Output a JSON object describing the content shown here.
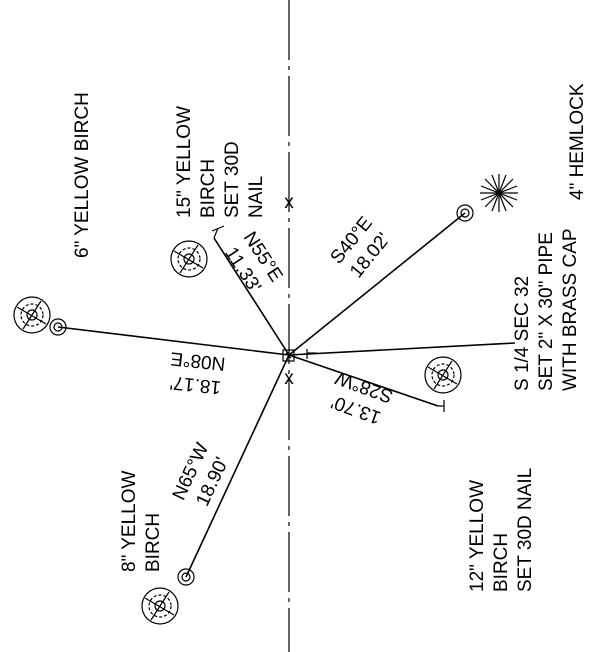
{
  "drawing": {
    "labels": {
      "hemlock_4": "4\" HEMLOCK",
      "yellow_birch_6": "6\" YELLOW BIRCH",
      "yb15_l1": "15\" YELLOW",
      "yb15_l2": "BIRCH",
      "yb15_l3": "SET 30D",
      "yb15_l4": "NAIL",
      "corner_l1": "S 1/4 SEC 32",
      "corner_l2": "SET 2\" X 30\" PIPE",
      "corner_l3": "WITH BRASS CAP",
      "yb12_l1": "12\" YELLOW",
      "yb12_l2": "BIRCH",
      "yb12_l3": "SET 30D NAIL",
      "yb8_l1": "8\" YELLOW",
      "yb8_l2": "BIRCH"
    },
    "bearings": {
      "n55e_bearing": "N55°E",
      "n55e_distance": "11.33'",
      "s40e_bearing": "S40°E",
      "s40e_distance": "18.02'",
      "n08e_bearing": "N08°E",
      "n08e_distance": "18.17'",
      "s28w_bearing": "S28°W",
      "s28w_distance": "13.70'",
      "n65w_bearing": "N65°W",
      "n65w_distance": "18.90'"
    },
    "markers": {
      "x_mark": "x",
      "tag_mark": "T"
    }
  }
}
